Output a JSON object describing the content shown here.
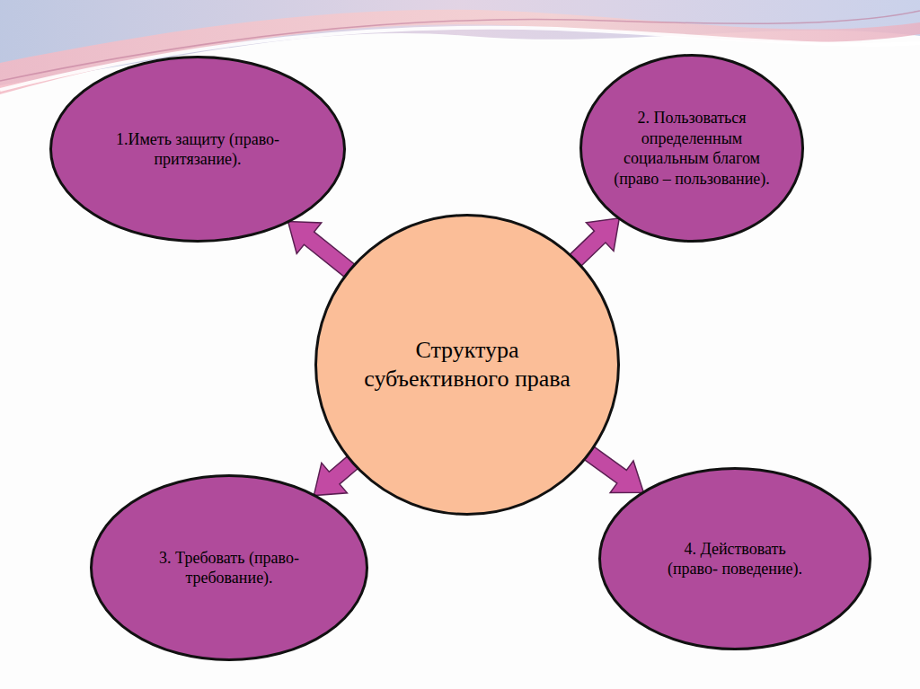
{
  "diagram": {
    "nodes": [
      {
        "text": [
          "1.Иметь защиту (право- притязание)."
        ]
      },
      {
        "text": [
          "2. Пользоваться определенным социальным благом (право – пользование)."
        ]
      },
      {
        "text": [
          "Структура субъективного права"
        ]
      },
      {
        "text": [
          "3. Требовать (право- требование)."
        ]
      },
      {
        "text": [
          "4. Действовать (право- поведение)."
        ]
      }
    ],
    "edges": [
      {
        "from": 2,
        "to": 0,
        "arrow": "to"
      },
      {
        "from": 2,
        "to": 1,
        "arrow": "to"
      },
      {
        "from": 2,
        "to": 3,
        "arrow": "to"
      },
      {
        "from": 2,
        "to": 4,
        "arrow": "to"
      }
    ]
  }
}
